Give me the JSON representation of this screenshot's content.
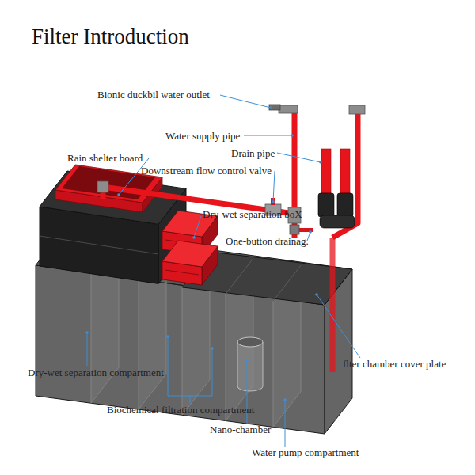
{
  "diagram": {
    "title": "Filter Introduction",
    "labels": [
      "Bionic duckbil water outlet",
      "Water supply pipe",
      "Drain pipe",
      "Rain shelter board",
      "Downstream flow control valve",
      "Dry-wet separation boX",
      "One-button drainag.",
      "flter chamber cover plate",
      "Dry-wet separation compartment",
      "Biochemical filtration compartment",
      "Nano-chamber",
      "Water pump compartment"
    ]
  }
}
